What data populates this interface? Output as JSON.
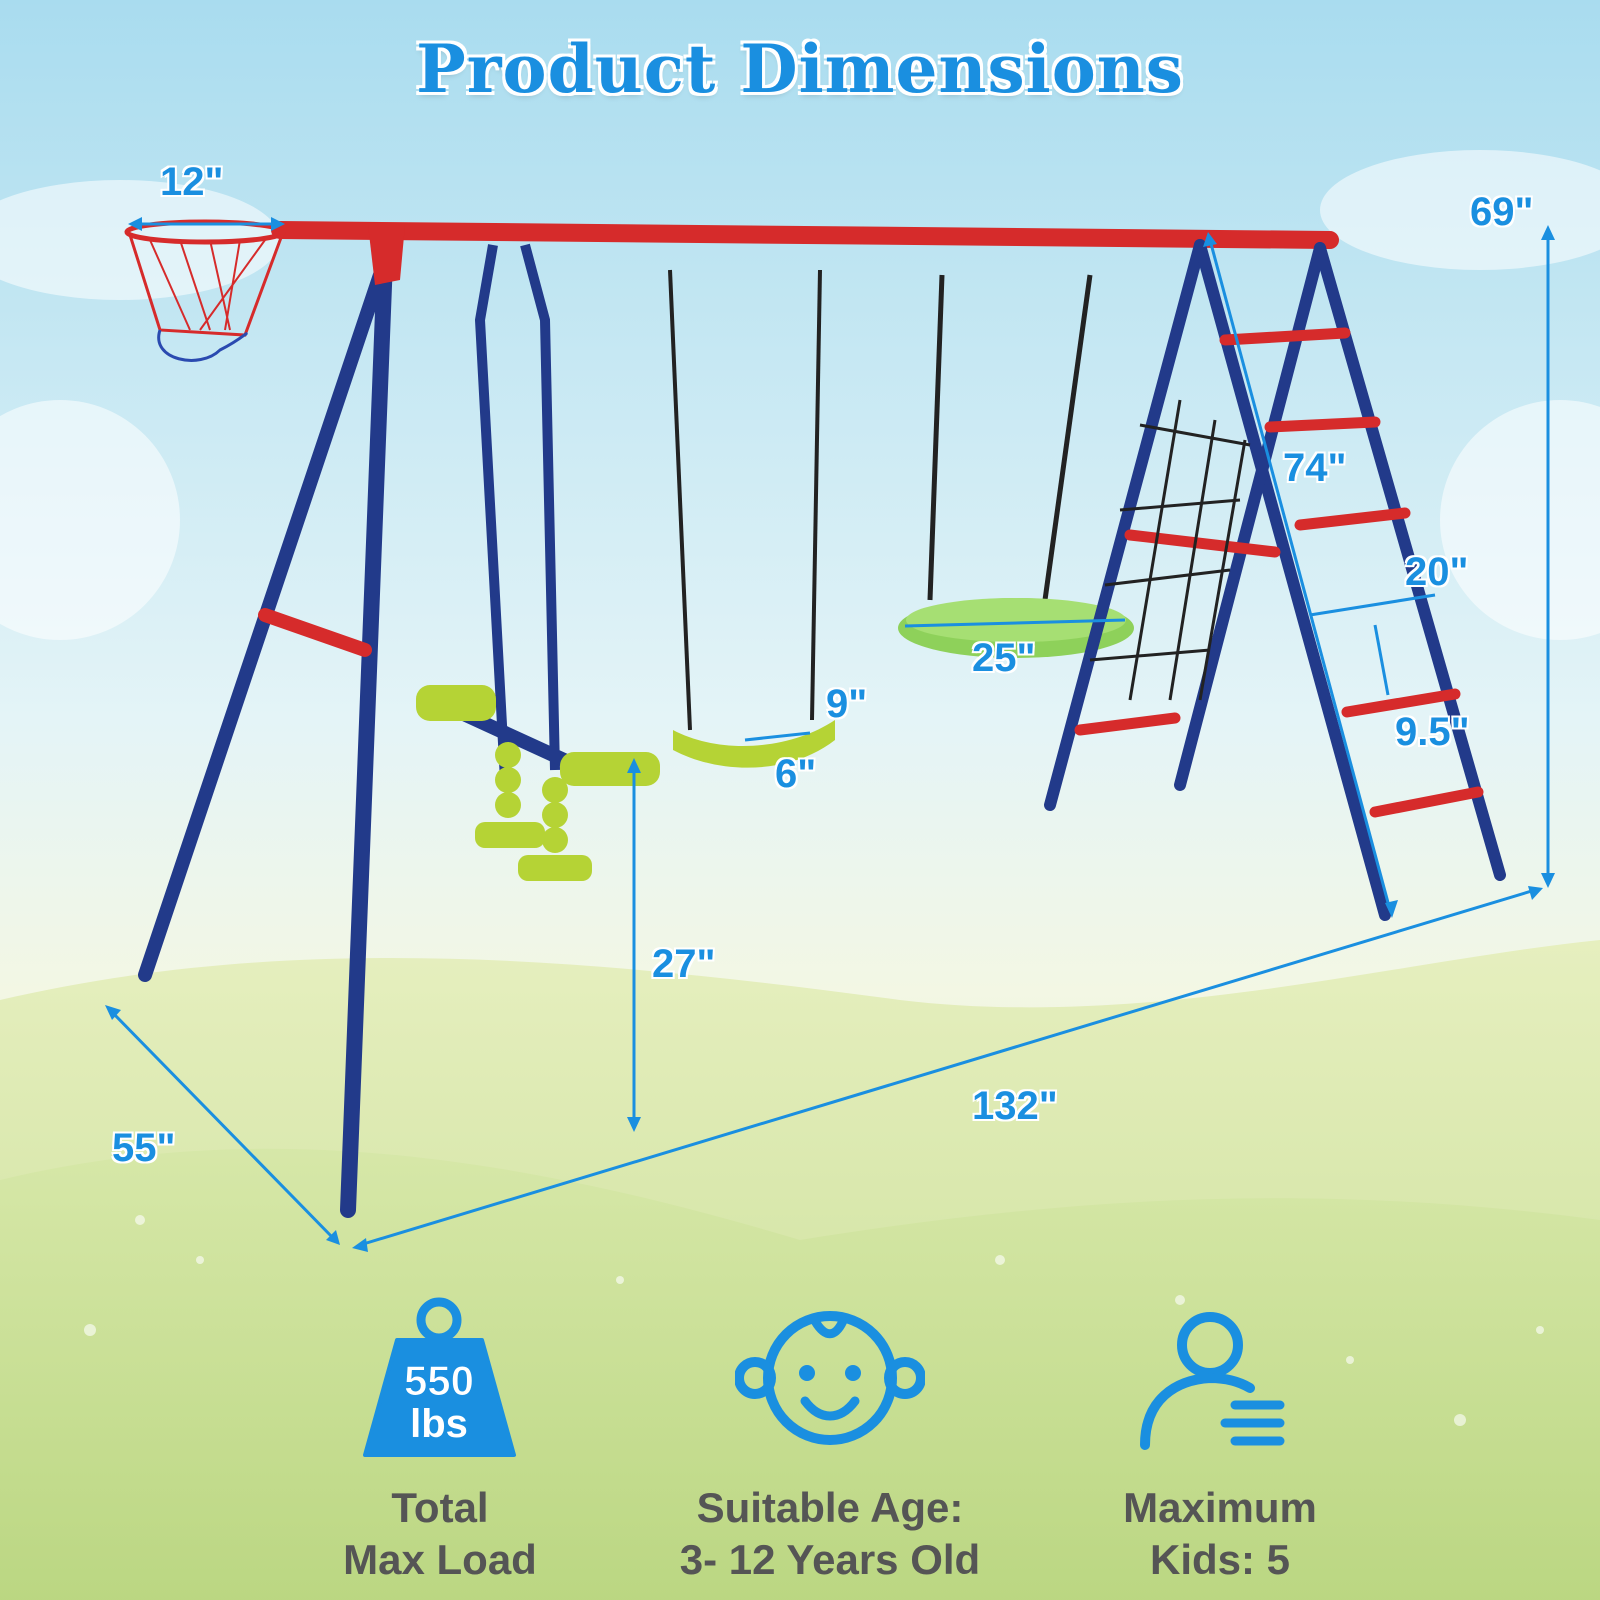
{
  "title": "Product Dimensions",
  "dimensions": {
    "hoop_width": "12\"",
    "overall_height": "69\"",
    "ladder_length": "74\"",
    "ladder_width": "20\"",
    "rung_spacing": "9.5\"",
    "saucer_diameter": "25\"",
    "seat_length": "9\"",
    "seat_width": "6\"",
    "seesaw_height": "27\"",
    "depth": "55\"",
    "length": "132\""
  },
  "features": [
    {
      "icon": "weight-icon",
      "icon_text_1": "550",
      "icon_text_2": "lbs",
      "line1": "Total",
      "line2": "Max Load"
    },
    {
      "icon": "baby-face-icon",
      "line1": "Suitable Age:",
      "line2": "3- 12 Years Old"
    },
    {
      "icon": "child-limit-icon",
      "line1": "Maximum",
      "line2": "Kids: 5"
    }
  ],
  "colors": {
    "accent": "#1a8fe0",
    "frame_blue": "#223a8a",
    "frame_red": "#d62b2b",
    "seat_green": "#b5d335",
    "label_gray": "#555555"
  }
}
